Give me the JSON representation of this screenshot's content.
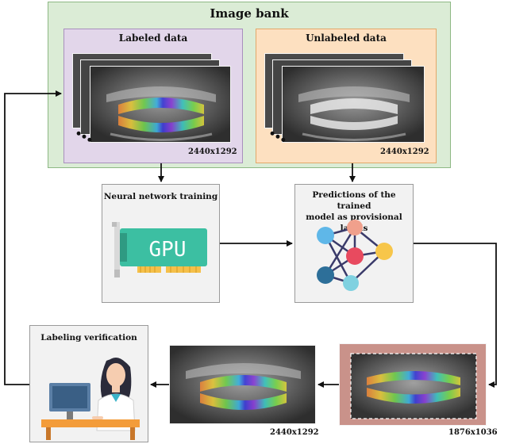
{
  "image_bank": {
    "title": "Image bank",
    "labeled_title": "Labeled data",
    "unlabeled_title": "Unlabeled data",
    "labeled_size": "2440x1292",
    "unlabeled_size": "2440x1292"
  },
  "stages": {
    "training_title": "Neural network training",
    "gpu_label": "GPU",
    "predictions_title_line1": "Predictions of the trained",
    "predictions_title_line2": "model as provisional labels",
    "verification_title": "Labeling verification"
  },
  "outputs": {
    "verified_size": "2440x1292",
    "cropped_size": "1876x1036"
  },
  "colors": {
    "image_bank_bg": "#dbecd6",
    "labeled_bg": "#e2d6ea",
    "unlabeled_bg": "#fde0c0",
    "stage_bg": "#f2f2f2",
    "gpu_card": "#3cbfa2",
    "crop_tint": "#c9928a"
  }
}
